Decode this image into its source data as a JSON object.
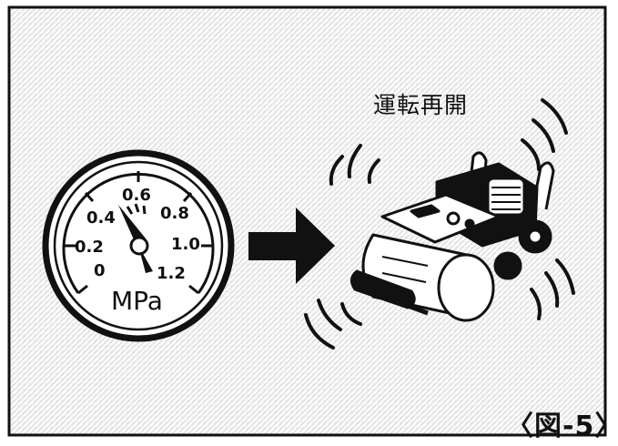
{
  "caption": "運転再開",
  "figure_number": "〈図-5〉",
  "gauge": {
    "unit": "MPa",
    "scale": [
      "0",
      "0.2",
      "0.4",
      "0.6",
      "0.8",
      "1.0",
      "1.2"
    ],
    "needle_reading": 0.4
  },
  "colors": {
    "ink": "#111111",
    "paper": "#ffffff",
    "texture": "#e0e0e0"
  },
  "icons": [
    "pressure-gauge-icon",
    "right-arrow-icon",
    "air-compressor-icon",
    "vibration-lines-icon"
  ]
}
